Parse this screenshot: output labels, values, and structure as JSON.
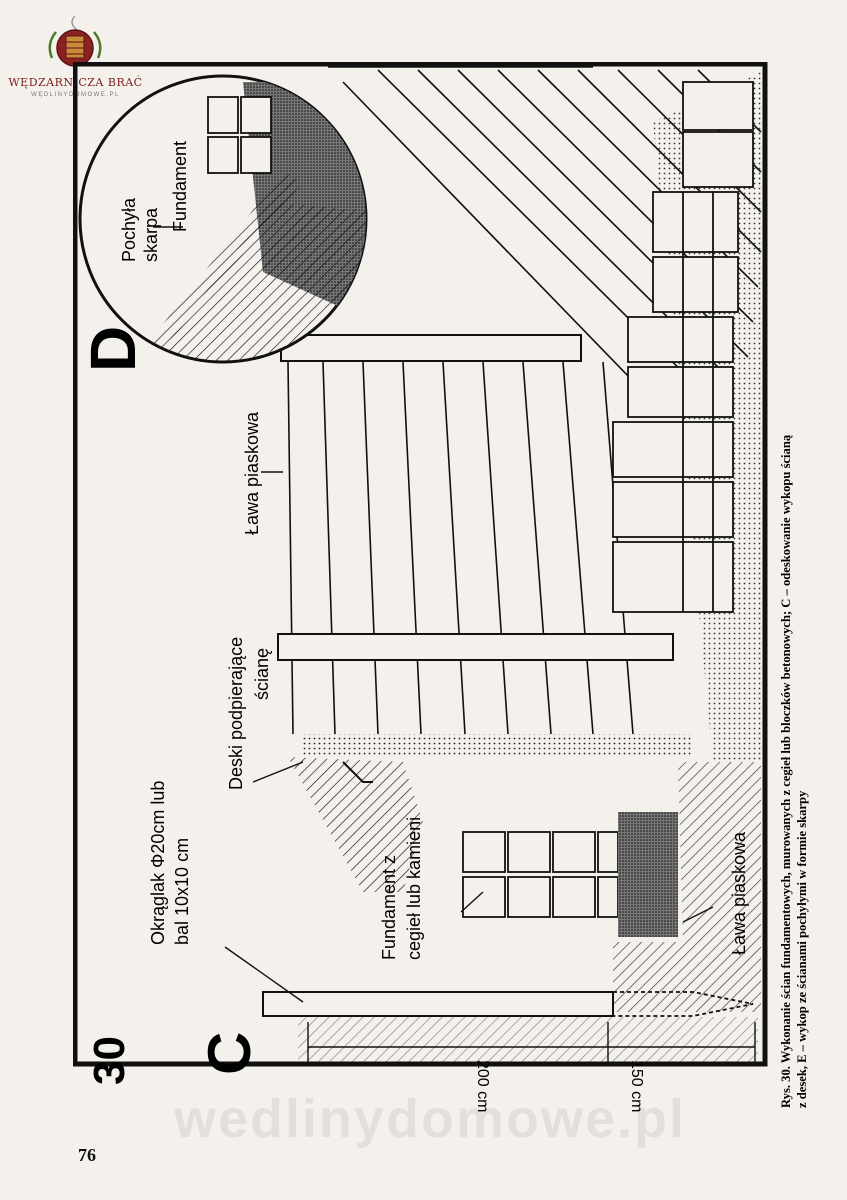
{
  "logo": {
    "name": "WĘDZARNICZA BRAĆ",
    "url": "WĘDLINYDOMOWE.PL"
  },
  "figure": {
    "number": "30",
    "panel_c_letter": "C",
    "panel_d_letter": "D",
    "labels": {
      "okraglak": "Okrąglak Φ20cm lub",
      "bal": "bal  10x10 cm",
      "deski_1": "Deski  podpierające",
      "deski_2": "ścianę",
      "lawa_top": "Ława  piaskowa",
      "lawa_bottom": "Ława  piaskowa",
      "fundament_c1": "Fundament  z",
      "fundament_c2": "cegieł lub kamieni",
      "pochyla": "Pochyła",
      "skarpa": "skarpa",
      "fundament_d": "Fundament",
      "dim_200": "200 cm",
      "dim_150": "150 cm"
    }
  },
  "caption": {
    "line1": "Rys. 30. Wykonanie ścian fundamentowych, murowanych z cegieł lub bloczków betonowych; C – odeskowanie wykopu ścianą",
    "line2": "z desek, E – wykop ze ścianami pochyłymi w formie skarpy"
  },
  "watermark": "wedlinydomowe.pl",
  "page_number": "76"
}
